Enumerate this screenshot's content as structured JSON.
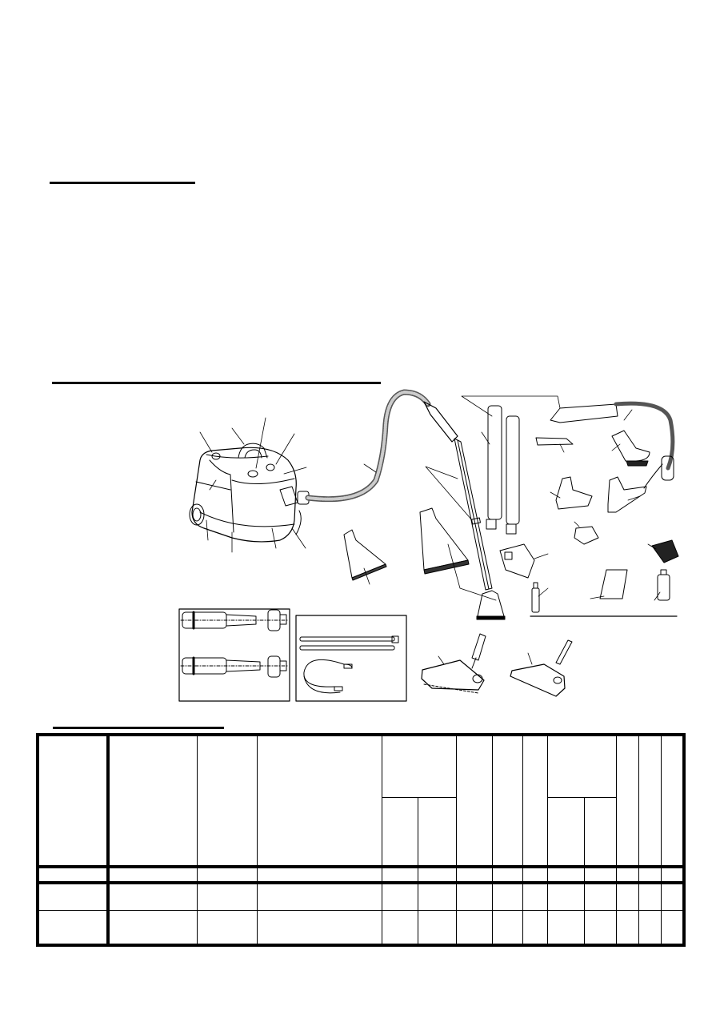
{
  "page": {
    "background": "#ffffff",
    "ink": "#000000"
  },
  "sections": [
    {
      "id": "section-1",
      "title": ""
    },
    {
      "id": "section-2",
      "title": ""
    },
    {
      "id": "section-3",
      "title": ""
    }
  ],
  "figure": {
    "main_unit": {
      "callouts": 10
    },
    "accessories": {
      "callouts": 18
    },
    "inset_adapters": {
      "items": [
        "adapter-tube",
        "adapter-tube"
      ]
    },
    "inset_hoses": {
      "items": [
        "straight-tubes",
        "coiled-hose"
      ]
    },
    "floor_nozzles": [
      "turbo-brush",
      "floor-nozzle"
    ]
  },
  "spec_table": {
    "header": {
      "col1": "",
      "col2": "",
      "col3": "",
      "col4": "",
      "group1": {
        "label": "",
        "sub": [
          "",
          ""
        ]
      },
      "col7": "",
      "col8": "",
      "col9": "",
      "group2": {
        "label": "",
        "sub": [
          "",
          ""
        ]
      },
      "col12": "",
      "col13": "",
      "col14": ""
    },
    "unit_row": [
      "",
      "",
      "",
      "",
      "",
      "",
      "",
      "",
      "",
      "",
      "",
      "",
      "",
      ""
    ],
    "rows": [
      [
        "",
        "",
        "",
        "",
        "",
        "",
        "",
        "",
        "",
        "",
        "",
        "",
        "",
        ""
      ],
      [
        "",
        "",
        "",
        "",
        "",
        "",
        "",
        "",
        "",
        "",
        "",
        "",
        "",
        ""
      ]
    ]
  }
}
